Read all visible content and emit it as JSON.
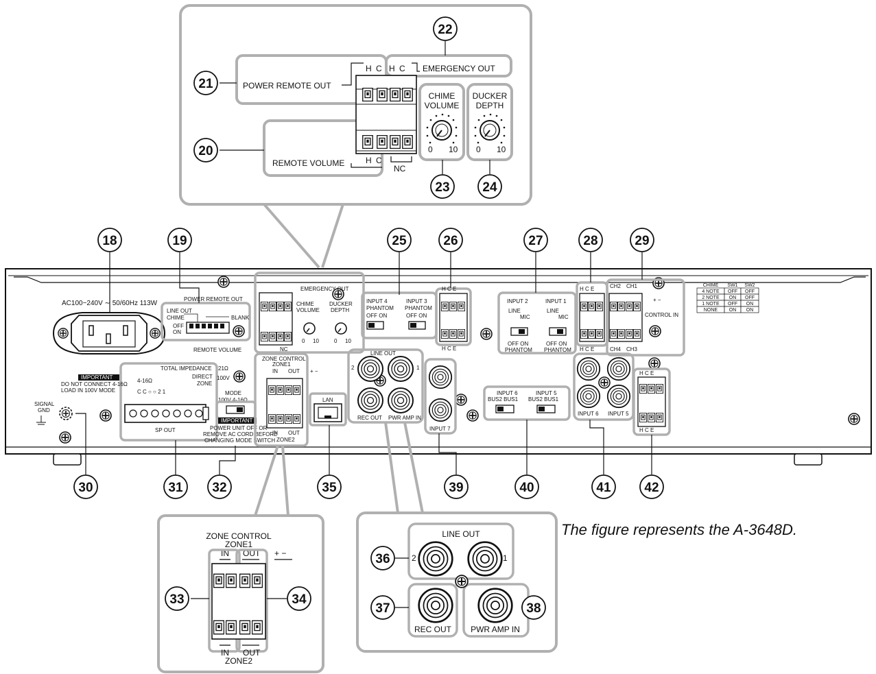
{
  "caption": "The figure represents the A-3648D.",
  "callouts": [
    {
      "id": "18",
      "label": "⑱"
    },
    {
      "id": "19",
      "label": "⑲"
    },
    {
      "id": "20",
      "label": "⑳"
    },
    {
      "id": "21",
      "label": "㉑"
    },
    {
      "id": "22",
      "label": "㉒"
    },
    {
      "id": "23",
      "label": "㉓"
    },
    {
      "id": "24",
      "label": "㉔"
    },
    {
      "id": "25",
      "label": "㉕"
    },
    {
      "id": "26",
      "label": "㉖"
    },
    {
      "id": "27",
      "label": "㉗"
    },
    {
      "id": "28",
      "label": "㉘"
    },
    {
      "id": "29",
      "label": "㉙"
    },
    {
      "id": "30",
      "label": "㉚"
    },
    {
      "id": "31",
      "label": "㉛"
    },
    {
      "id": "32",
      "label": "㉜"
    },
    {
      "id": "33",
      "label": "㉝"
    },
    {
      "id": "34",
      "label": "㉞"
    },
    {
      "id": "35",
      "label": "㉟"
    },
    {
      "id": "36",
      "label": "㊱"
    },
    {
      "id": "37",
      "label": "㊲"
    },
    {
      "id": "38",
      "label": "㊳"
    },
    {
      "id": "39",
      "label": "㊴"
    },
    {
      "id": "40",
      "label": "㊵"
    },
    {
      "id": "41",
      "label": "㊶"
    },
    {
      "id": "42",
      "label": "㊷"
    }
  ],
  "zoom_top": {
    "power_remote_out": "POWER REMOTE OUT",
    "emergency_out": "EMERGENCY OUT",
    "remote_volume": "REMOTE VOLUME",
    "h": "H",
    "c": "C",
    "nc": "NC",
    "chime_volume": "CHIME\nVOLUME",
    "chime_volume_l1": "CHIME",
    "chime_volume_l2": "VOLUME",
    "ducker_depth_l1": "DUCKER",
    "ducker_depth_l2": "DEPTH",
    "scale_min": "0",
    "scale_max": "10"
  },
  "panel": {
    "ac_rating": "AC100−240V ∼ 50/60Hz 113W",
    "line_out_chime": "LINE OUT",
    "chime": "CHIME",
    "blank": "BLANK",
    "off": "OFF",
    "on": "ON",
    "power_remote_out": "POWER REMOTE OUT",
    "emergency_out": "EMERGENCY OUT",
    "remote_volume": "REMOTE VOLUME",
    "chime_volume": "CHIME",
    "volume": "VOLUME",
    "ducker": "DUCKER",
    "depth": "DEPTH",
    "zero": "0",
    "ten": "10",
    "nc": "NC",
    "input4_phantom": "INPUT 4",
    "input3_phantom": "INPUT 3",
    "phantom": "PHANTOM",
    "off_on": "OFF  ON",
    "hce": "H  C  E",
    "input2": "INPUT 2",
    "input1": "INPUT 1",
    "line": "LINE",
    "mic": "MIC",
    "ch1": "CH1",
    "ch2": "CH2",
    "ch3": "CH3",
    "ch4": "CH4",
    "control_in": "CONTROL IN",
    "plus_minus": "+  −",
    "chime_table": {
      "headers": [
        "CHIME",
        "SW1",
        "SW2"
      ],
      "rows": [
        [
          "4 NOTE",
          "OFF",
          "OFF"
        ],
        [
          "2 NOTE",
          "ON",
          "OFF"
        ],
        [
          "1 NOTE",
          "OFF",
          "ON"
        ],
        [
          "NONE",
          "ON",
          "ON"
        ]
      ]
    },
    "total_impedance": "TOTAL IMPEDANCE",
    "imp_21": "21Ω",
    "v100": "100V",
    "important": "IMPORTANT",
    "warn_1": "DO NOT CONNECT 4-16Ω",
    "warn_2": "LOAD IN 100V MODE",
    "imp_4_16": "4-16Ω",
    "direct": "DIRECT",
    "zone": "ZONE",
    "sp_terms": "C  C  ○  ○  2  1",
    "sp_out": "SP OUT",
    "mode": "MODE",
    "mode_opts": "100V  4-16Ω",
    "important_2": "IMPORTANT",
    "warn_3": "POWER UNIT OFF OR",
    "warn_4": "REMOVE AC CORD BEFORE",
    "warn_5": "CHANGING MODE SWITCH",
    "zone_control": "ZONE CONTROL",
    "zone1": "ZONE1",
    "zone2": "ZONE2",
    "in": "IN",
    "out": "OUT",
    "lan": "LAN",
    "line_out": "LINE OUT",
    "rec_out": "REC OUT",
    "pwr_amp_in": "PWR AMP IN",
    "input7": "INPUT 7",
    "input6": "INPUT 6",
    "input5": "INPUT 5",
    "bus2_bus1": "BUS2  BUS1",
    "one": "1",
    "two": "2",
    "signal": "SIGNAL",
    "gnd": "GND"
  },
  "zoom_zone": {
    "zone_control": "ZONE CONTROL",
    "zone1": "ZONE1",
    "zone2": "ZONE2",
    "in": "IN",
    "out": "OUT",
    "plus_minus": "+  −"
  },
  "zoom_line": {
    "line_out": "LINE OUT",
    "rec_out": "REC OUT",
    "pwr_amp_in": "PWR AMP IN",
    "one": "1",
    "two": "2"
  }
}
